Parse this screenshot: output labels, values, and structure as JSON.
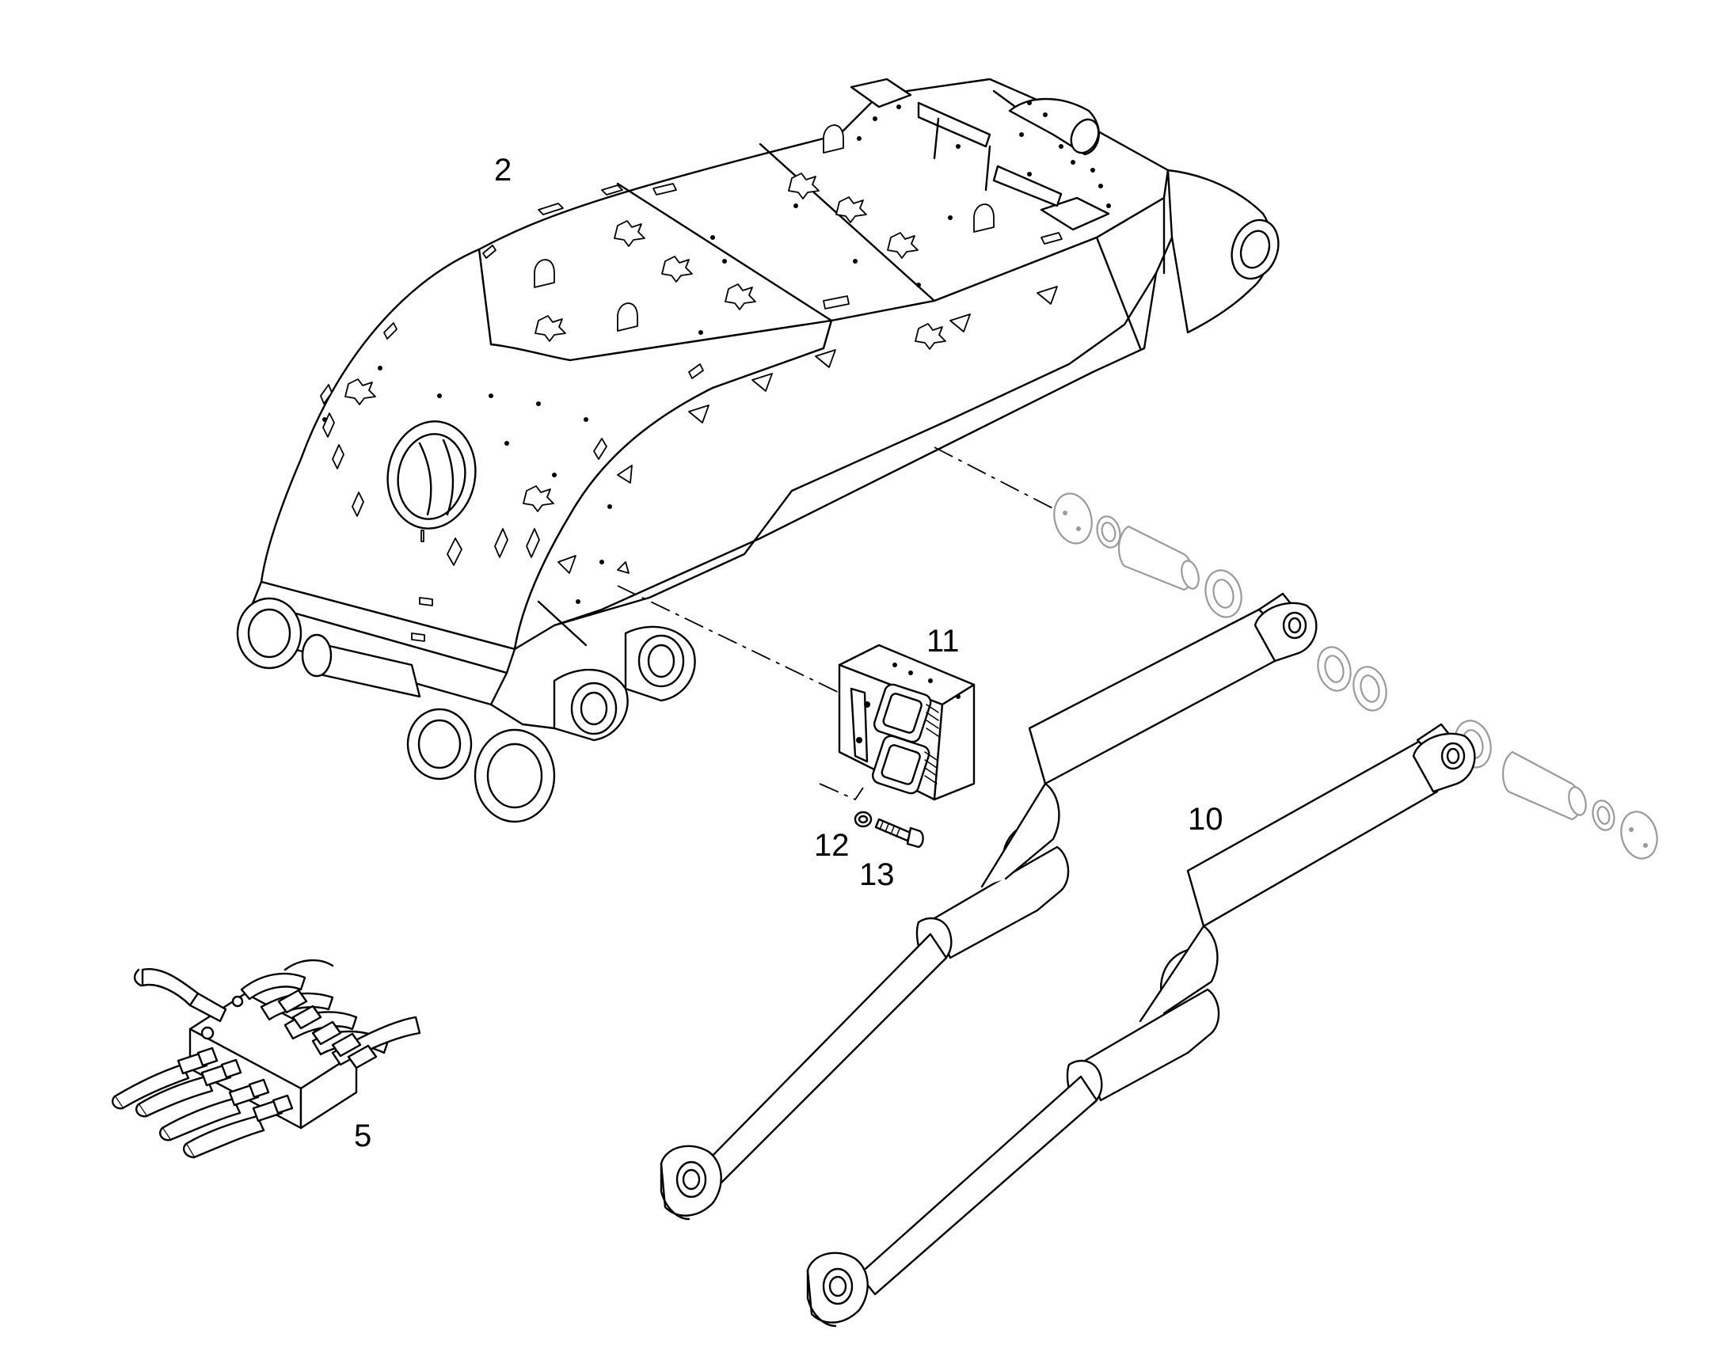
{
  "diagram": {
    "callouts": [
      {
        "id": "2",
        "label": "2"
      },
      {
        "id": "5",
        "label": "5"
      },
      {
        "id": "10",
        "label": "10"
      },
      {
        "id": "11",
        "label": "11"
      },
      {
        "id": "12",
        "label": "12"
      },
      {
        "id": "13",
        "label": "13"
      }
    ],
    "colors": {
      "line": "#000000",
      "ghost_parts": "#9a9a9a",
      "background": "#ffffff"
    }
  }
}
